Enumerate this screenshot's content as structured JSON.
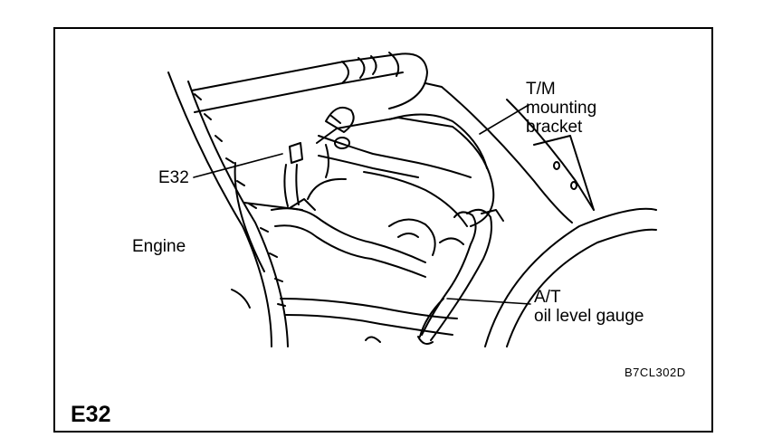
{
  "figure": {
    "callouts": {
      "tm_bracket_line1": "T/M",
      "tm_bracket_line2": "mounting",
      "tm_bracket_line3": "bracket",
      "e32": "E32",
      "engine": "Engine",
      "at_gauge_line1": "A/T",
      "at_gauge_line2": "oil level gauge"
    },
    "figure_code": "B7CL302D",
    "connector_id": "E32"
  },
  "colors": {
    "ink": "#000000",
    "paper": "#ffffff"
  }
}
